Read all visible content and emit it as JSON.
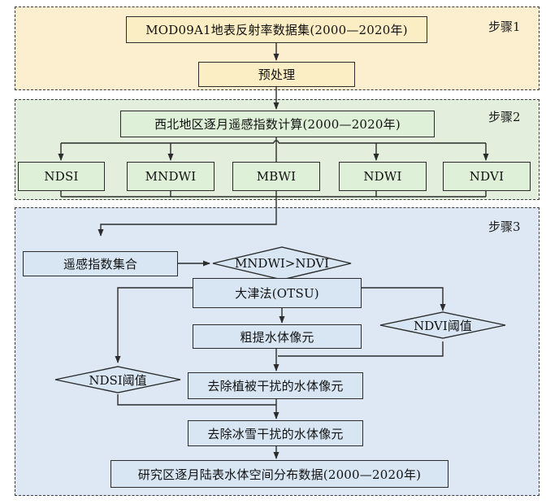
{
  "steps": {
    "step1": "步骤1",
    "step2": "步骤2",
    "step3": "步骤3"
  },
  "nodes": {
    "mod09a1": "MOD09A1地表反射率数据集(2000—2020年)",
    "preprocess": "预处理",
    "monthly_index": "西北地区逐月遥感指数计算(2000—2020年)",
    "ndsi": "NDSI",
    "mndwi": "MNDWI",
    "mbwi": "MBWI",
    "ndwi": "NDWI",
    "ndvi": "NDVI",
    "index_set": "遥感指数集合",
    "mndwi_gt_ndvi": "MNDWI>NDVI",
    "otsu": "大津法(OTSU)",
    "ndvi_threshold": "NDVI阈值",
    "rough_extract": "粗提水体像元",
    "ndsi_threshold": "NDSI阈值",
    "remove_veg": "去除植被干扰的水体像元",
    "remove_snow": "去除冰雪干扰的水体像元",
    "result": "研究区逐月陆表水体空间分布数据(2000—2020年)"
  },
  "colors": {
    "panel1": "#fcefd0",
    "panel2": "#e3efdc",
    "panel3": "#dde8f4",
    "line": "#2b2b2b"
  }
}
